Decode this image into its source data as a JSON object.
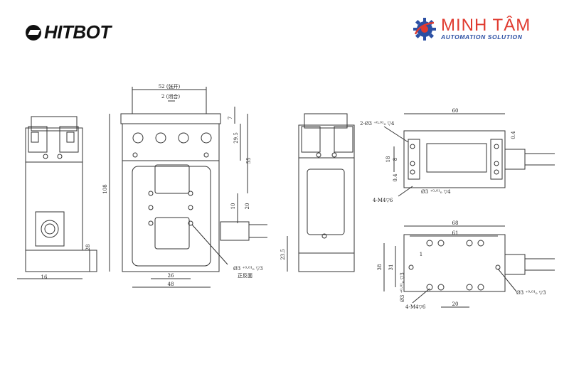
{
  "logos": {
    "hitbot": "HITBOT",
    "minhtam_main": "MINH TÂM",
    "minhtam_sub": "AUTOMATION SOLUTION",
    "colors": {
      "minhtam_red": "#e03a2f",
      "minhtam_blue": "#2b4fa3",
      "line": "#333333"
    }
  },
  "front_view": {
    "dim_open": "52 (张开)",
    "dim_closed": "2 (闭合)",
    "dim_height": "108",
    "dim_7": "7",
    "dim_29_5": "29.5",
    "dim_55": "55",
    "dim_10": "10",
    "dim_20": "20",
    "dim_26": "26",
    "dim_48": "48",
    "hole_note_1": "Ø3 ⁺⁰·⁰¹₀ ▽3",
    "hole_note_2": "正反面"
  },
  "left_view": {
    "dim_28": "28",
    "dim_16": "16"
  },
  "side_view": {
    "dim_23_5": "23.5"
  },
  "top_view": {
    "dim_60": "60",
    "dim_0_4_right": "0.4",
    "dim_18": "18",
    "dim_8": "8",
    "dim_0_4_left": "0.4",
    "note_top": "2-Ø3 ⁺⁰·⁰¹₀ ▽4",
    "note_bottom_1": "Ø3 ⁺⁰·⁰¹₀ ▽4",
    "note_bottom_2": "4-M4▽6"
  },
  "bottom_view": {
    "dim_68": "68",
    "dim_61": "61",
    "dim_38": "38",
    "dim_31": "31",
    "dim_1": "1",
    "dim_20": "20",
    "note_left": "Ø3 ⁺⁰·⁰¹₀ ▽3",
    "note_right": "Ø3 ⁺⁰·⁰¹₀ ▽3",
    "note_bottom": "4-M4▽6"
  }
}
